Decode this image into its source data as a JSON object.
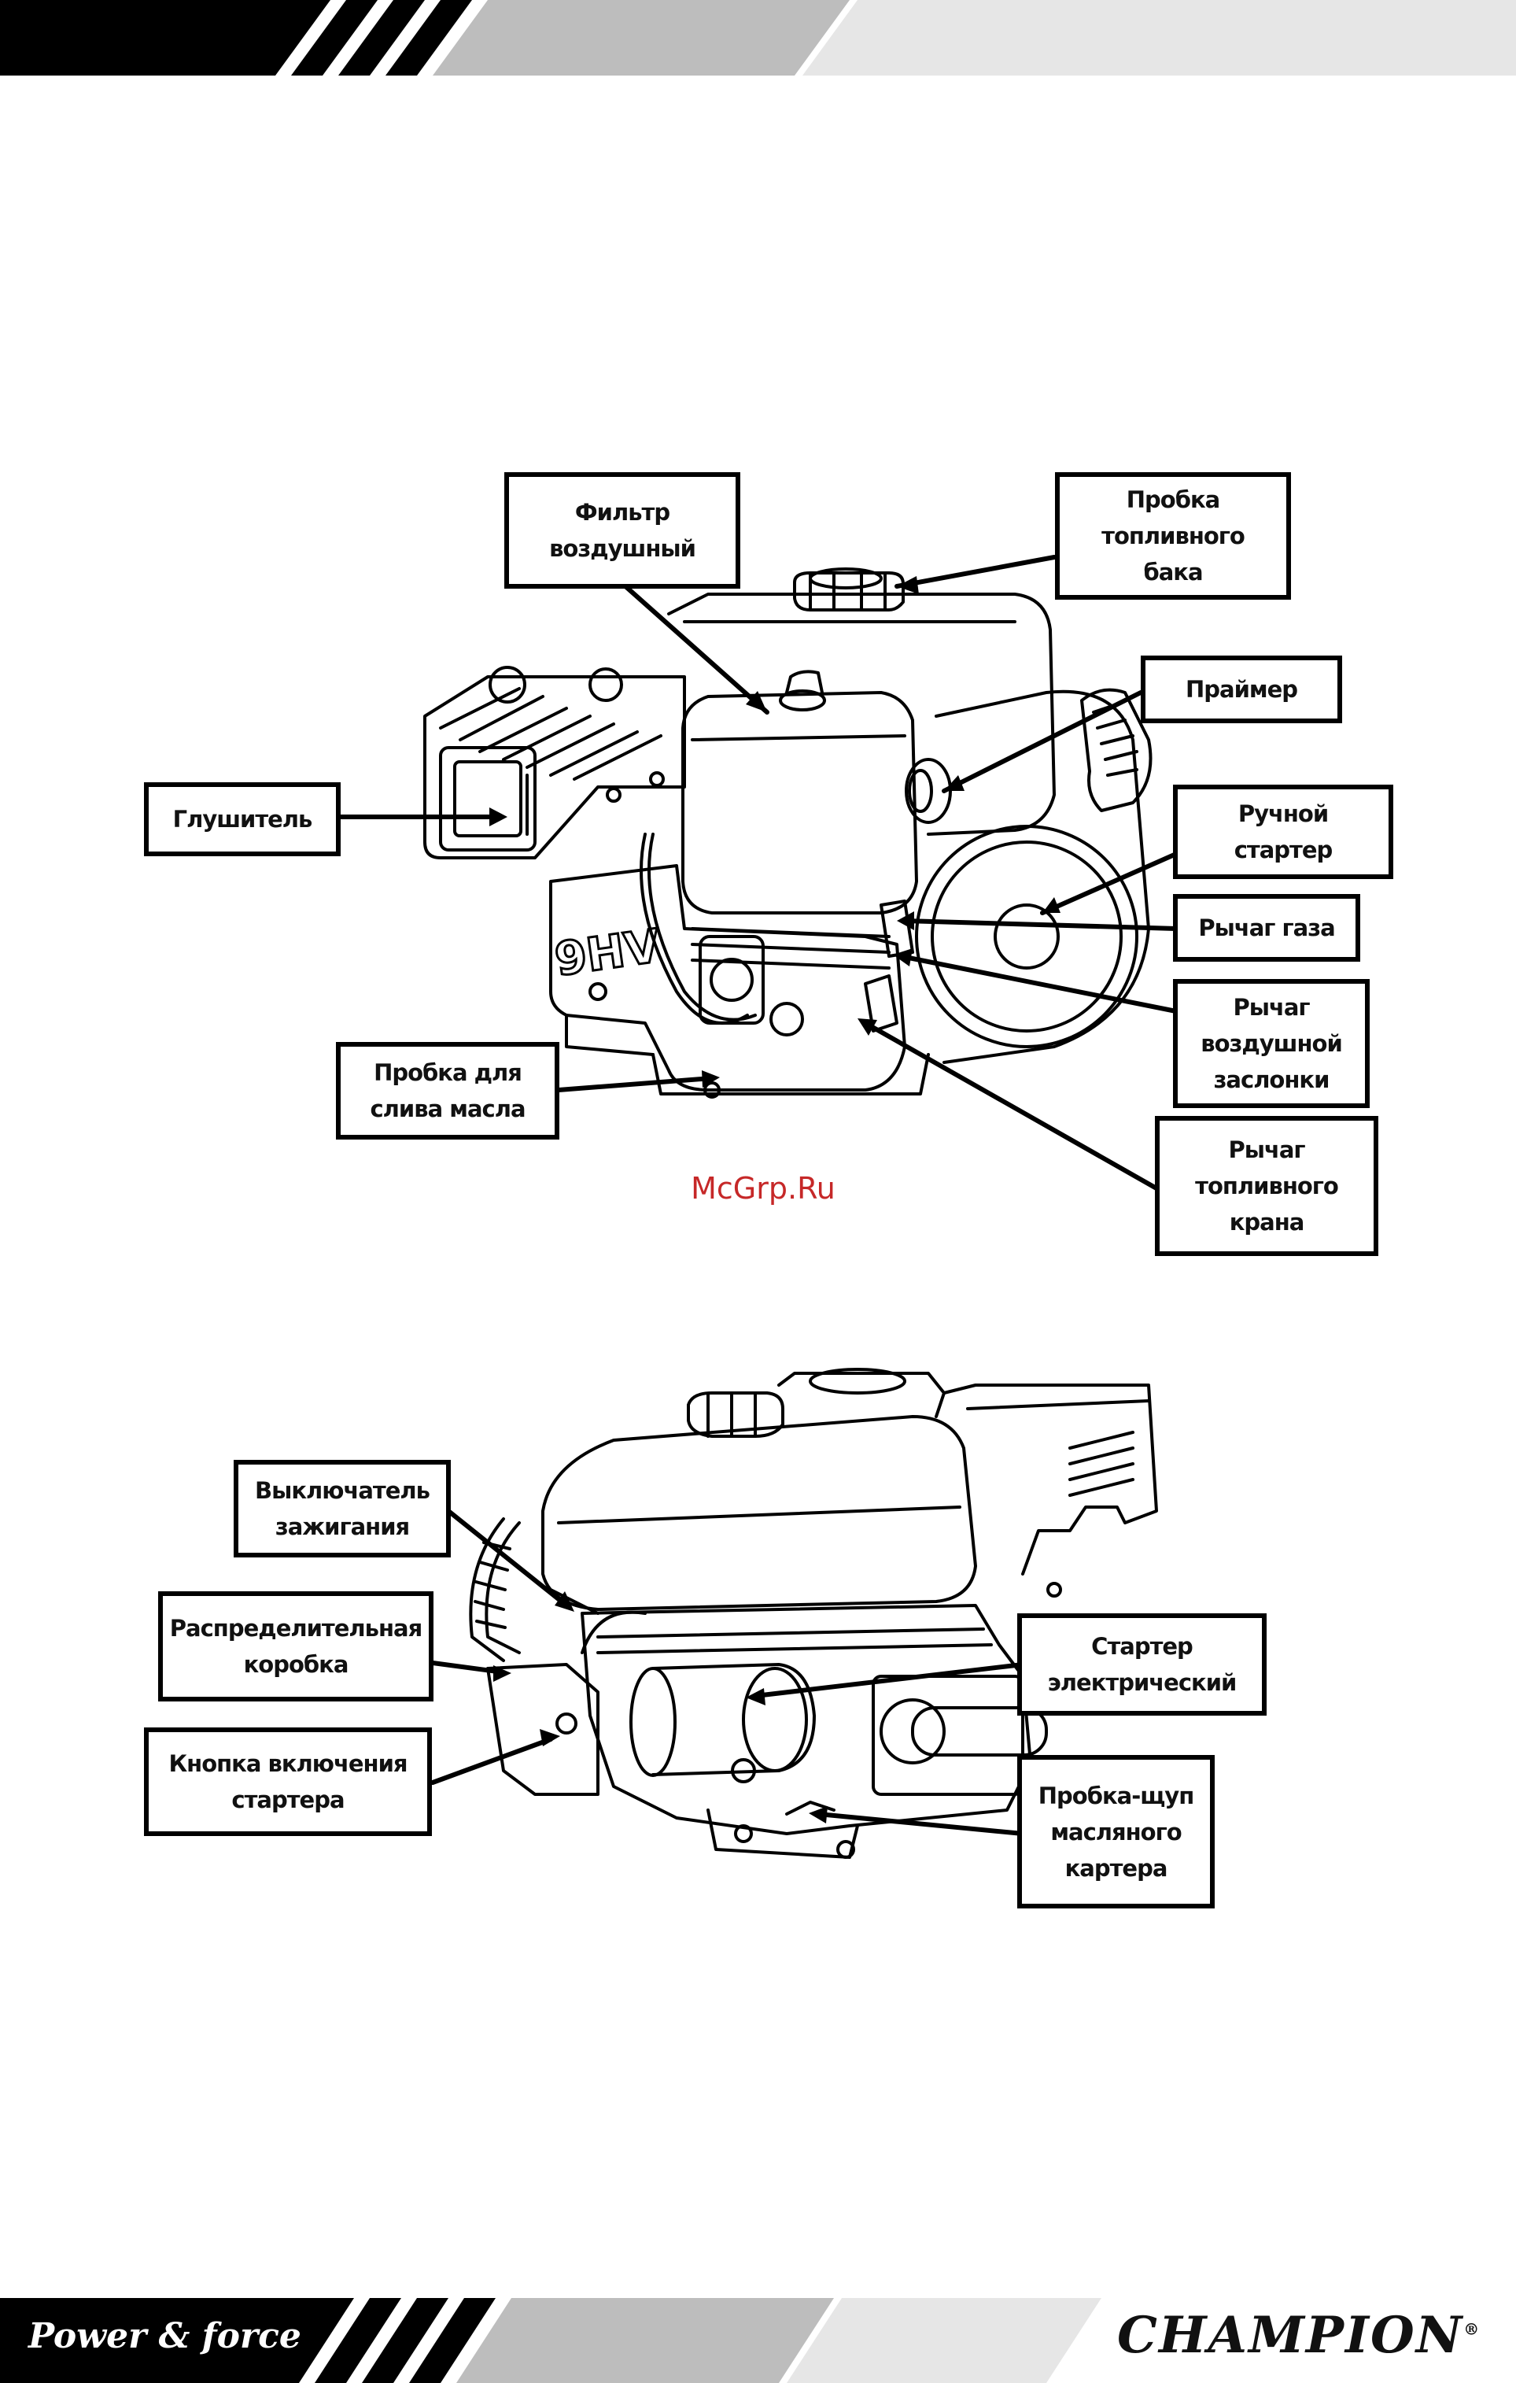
{
  "header": {},
  "figure1": {
    "labels": {
      "air_filter": "Фильтр\nвоздушный",
      "fuel_cap": "Пробка\nтопливного\nбака",
      "primer": "Праймер",
      "muffler": "Глушитель",
      "recoil_starter": "Ручной\nстартер",
      "throttle_lever": "Рычаг газа",
      "choke_lever": "Рычаг\nвоздушной\nзаслонки",
      "oil_drain_plug": "Пробка для\nслива масла",
      "fuel_valve_lever": "Рычаг\nтопливного\nкрана"
    },
    "engine_marking": "9HV"
  },
  "watermark": "McGrp.Ru",
  "figure2": {
    "labels": {
      "ignition_switch": "Выключатель\nзажигания",
      "junction_box": "Распределительная\nкоробка",
      "starter_button": "Кнопка включения\nстартера",
      "electric_starter": "Стартер\nэлектрический",
      "dipstick": "Пробка-щуп\nмасляного\nкартера"
    }
  },
  "footer": {
    "slogan": "Power & force",
    "brand": "CHAMPION",
    "brand_mark": "®"
  },
  "colors": {
    "black": "#000000",
    "stripe_gray": "#bdbdbd",
    "stripe_light": "#e6e6e6",
    "watermark": "#c62828"
  }
}
